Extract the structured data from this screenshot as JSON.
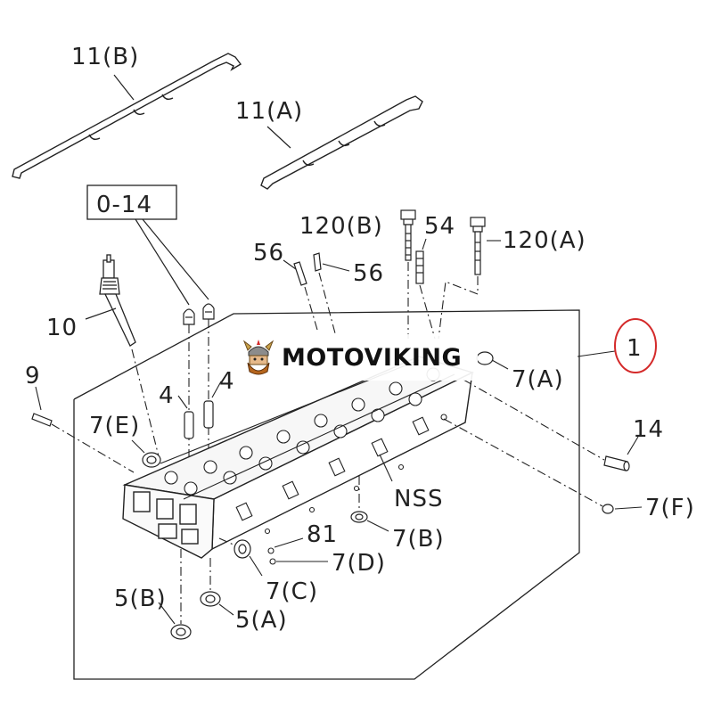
{
  "diagram": {
    "labels": {
      "p11b": "11(B)",
      "p11a": "11(A)",
      "p014": "0-14",
      "p10": "10",
      "p56a": "56",
      "p56b": "56",
      "p120b": "120(B)",
      "p54": "54",
      "p120a": "120(A)",
      "p1": "1",
      "p7a": "7(A)",
      "p9": "9",
      "p4a": "4",
      "p4b": "4",
      "p7e": "7(E)",
      "p14": "14",
      "pnss": "NSS",
      "p7f": "7(F)",
      "p81": "81",
      "p7b": "7(B)",
      "p7d": "7(D)",
      "p7c": "7(C)",
      "p5b": "5(B)",
      "p5a": "5(A)"
    }
  },
  "watermark": {
    "text": "MOTOVIKING"
  },
  "colors": {
    "line": "#222222",
    "highlight_circle": "#d42a2a"
  }
}
